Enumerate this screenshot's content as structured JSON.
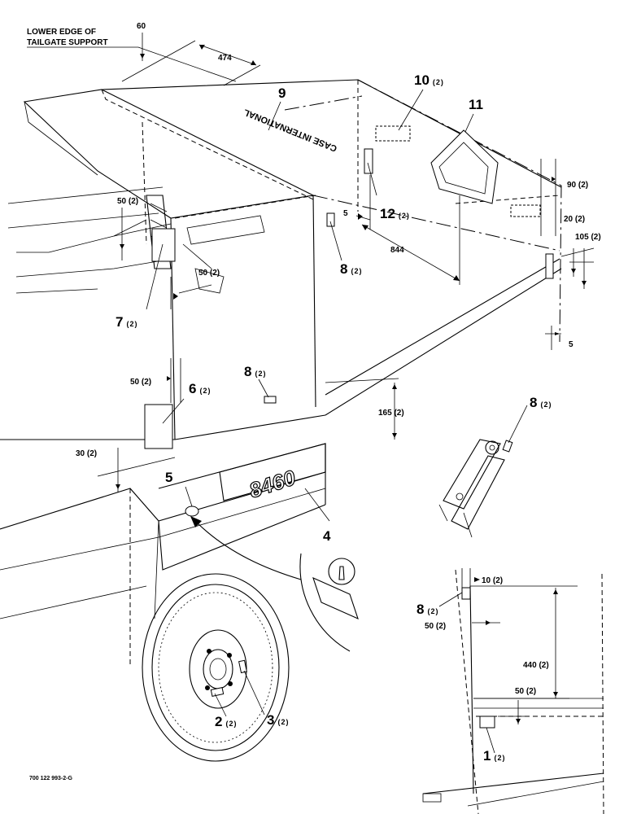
{
  "note": {
    "line1": "LOWER EDGE OF",
    "line2": "TAILGATE SUPPORT"
  },
  "brand_text": "CASE INTERNATIONAL",
  "model_text": "8460",
  "drawing_number": "700 122 993-2-G",
  "callouts": [
    {
      "num": "1",
      "qty": "(2)"
    },
    {
      "num": "2",
      "qty": "(2)"
    },
    {
      "num": "3",
      "qty": "(2)"
    },
    {
      "num": "4",
      "qty": ""
    },
    {
      "num": "5",
      "qty": ""
    },
    {
      "num": "6",
      "qty": "(2)"
    },
    {
      "num": "7",
      "qty": "(2)"
    },
    {
      "num": "8",
      "qty": "(2)"
    },
    {
      "num": "8",
      "qty": "(2)"
    },
    {
      "num": "8",
      "qty": "(2)"
    },
    {
      "num": "8",
      "qty": "(2)"
    },
    {
      "num": "9",
      "qty": ""
    },
    {
      "num": "10",
      "qty": "(2)"
    },
    {
      "num": "11",
      "qty": ""
    },
    {
      "num": "12",
      "qty": "(2)"
    }
  ],
  "dimensions": {
    "d60": "60",
    "d474": "474",
    "d90": "90 (2)",
    "d20": "20 (2)",
    "d105": "105 (2)",
    "d5a": "5",
    "d844": "844",
    "d5b": "5",
    "d50a": "50 (2)",
    "d50b": "50 (2)",
    "d50c": "50 (2)",
    "d165": "165 (2)",
    "d30": "30 (2)",
    "d10": "10 (2)",
    "d50d": "50 (2)",
    "d440": "440 (2)",
    "d50e": "50 (2)"
  }
}
